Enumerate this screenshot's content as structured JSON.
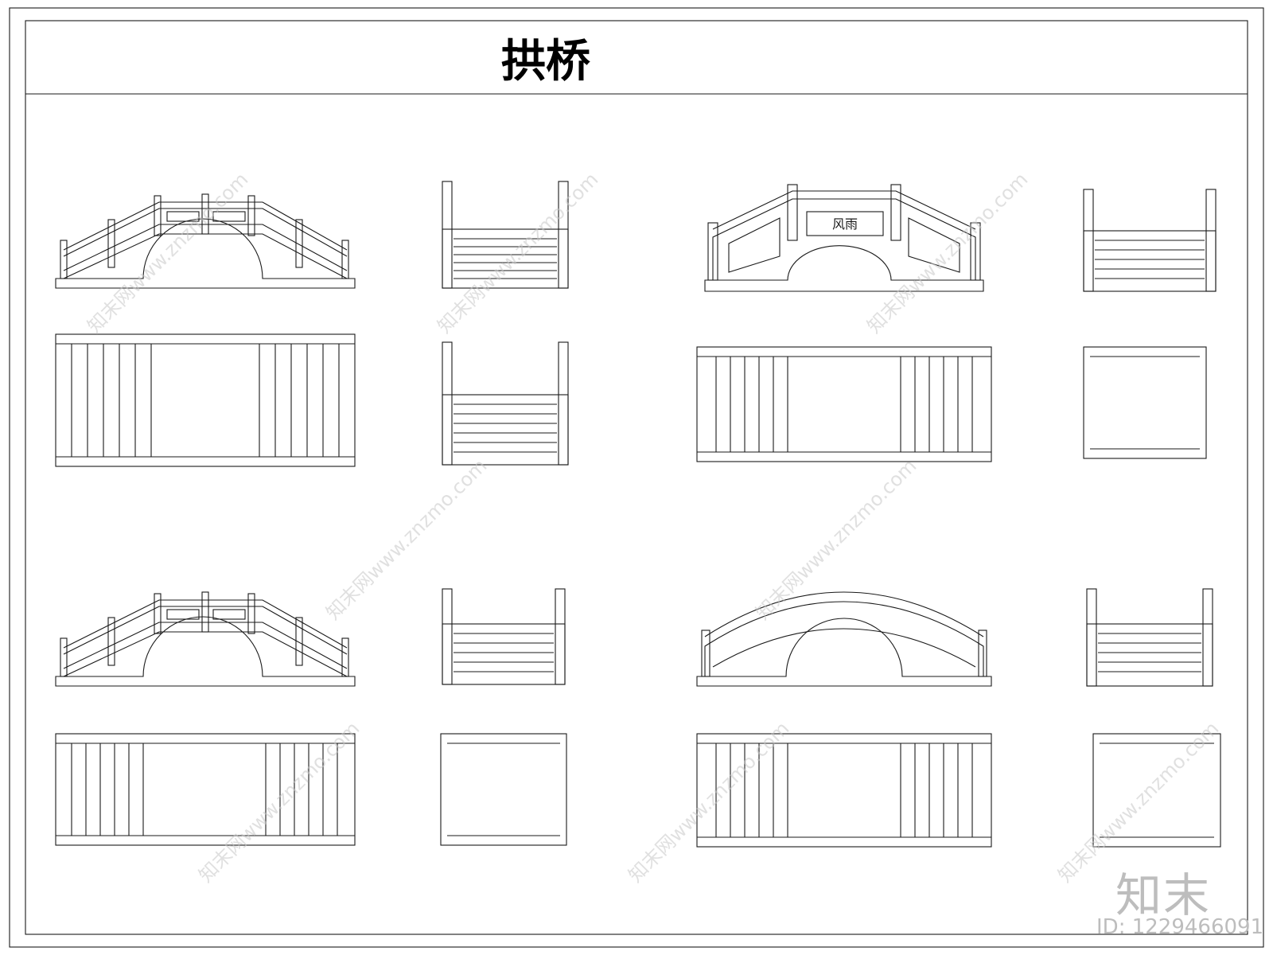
{
  "sheet": {
    "title": "拱桥"
  },
  "watermark": {
    "site_text": "知末网www.znzmo.com",
    "brand": "知末",
    "id_text": "ID: 1229466091"
  },
  "bridges": [
    {
      "name": "bridge-1",
      "views": [
        "elevation",
        "end-view",
        "plan",
        "end-view"
      ]
    },
    {
      "name": "bridge-2",
      "views": [
        "elevation",
        "end-view",
        "plan",
        "end-plan"
      ],
      "plaque": "风雨"
    },
    {
      "name": "bridge-3",
      "views": [
        "elevation",
        "end-view",
        "plan",
        "end-plan"
      ]
    },
    {
      "name": "bridge-4",
      "views": [
        "elevation",
        "end-view",
        "plan",
        "end-plan"
      ]
    }
  ]
}
